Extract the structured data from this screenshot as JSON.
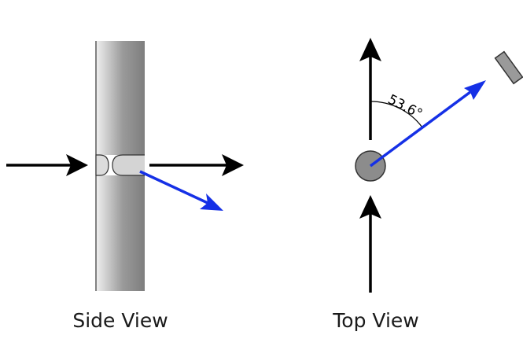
{
  "figure": {
    "side_view": {
      "caption": "Side View"
    },
    "top_view": {
      "caption": "Top View",
      "angle_label": "53.6°"
    },
    "colors": {
      "beam_arrow": "#000000",
      "scattered_arrow": "#1530e6",
      "rod_gray": "#8c8c8c",
      "detector_gray": "#9a9a9a"
    }
  }
}
